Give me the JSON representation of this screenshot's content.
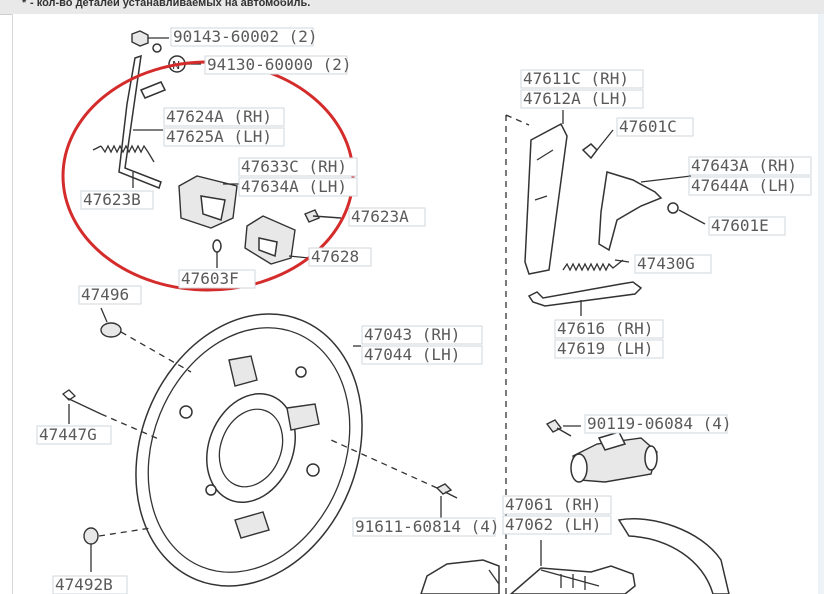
{
  "header": {
    "marker": "*",
    "note": "- кол-во деталей устанавливаемых на автомобиль."
  },
  "colors": {
    "highlight": "#d42b2b",
    "line": "#333333",
    "label_box": "#d0d7de"
  },
  "labels": {
    "p90143": "90143-60002 (2)",
    "p94130": "94130-60000 (2)",
    "p47624": "47624A (RH)",
    "p47625": "47625A (LH)",
    "p47633": "47633C (RH)",
    "p47634": "47634A (LH)",
    "p47623b": "47623B",
    "p47623a": "47623A",
    "p47628": "47628",
    "p47603f": "47603F",
    "p47496": "47496",
    "p47043": "47043 (RH)",
    "p47044": "47044 (LH)",
    "p47447g": "47447G",
    "p47492b": "47492B",
    "p91611": "91611-60814 (4)",
    "p47611": "47611C (RH)",
    "p47612": "47612A (LH)",
    "p47601c": "47601C",
    "p47643": "47643A (RH)",
    "p47644": "47644A (LH)",
    "p47601e": "47601E",
    "p47430g": "47430G",
    "p47616": "47616 (RH)",
    "p47619": "47619 (LH)",
    "p90119": "90119-06084 (4)",
    "p47061": "47061 (RH)",
    "p47062": "47062 (LH)"
  }
}
